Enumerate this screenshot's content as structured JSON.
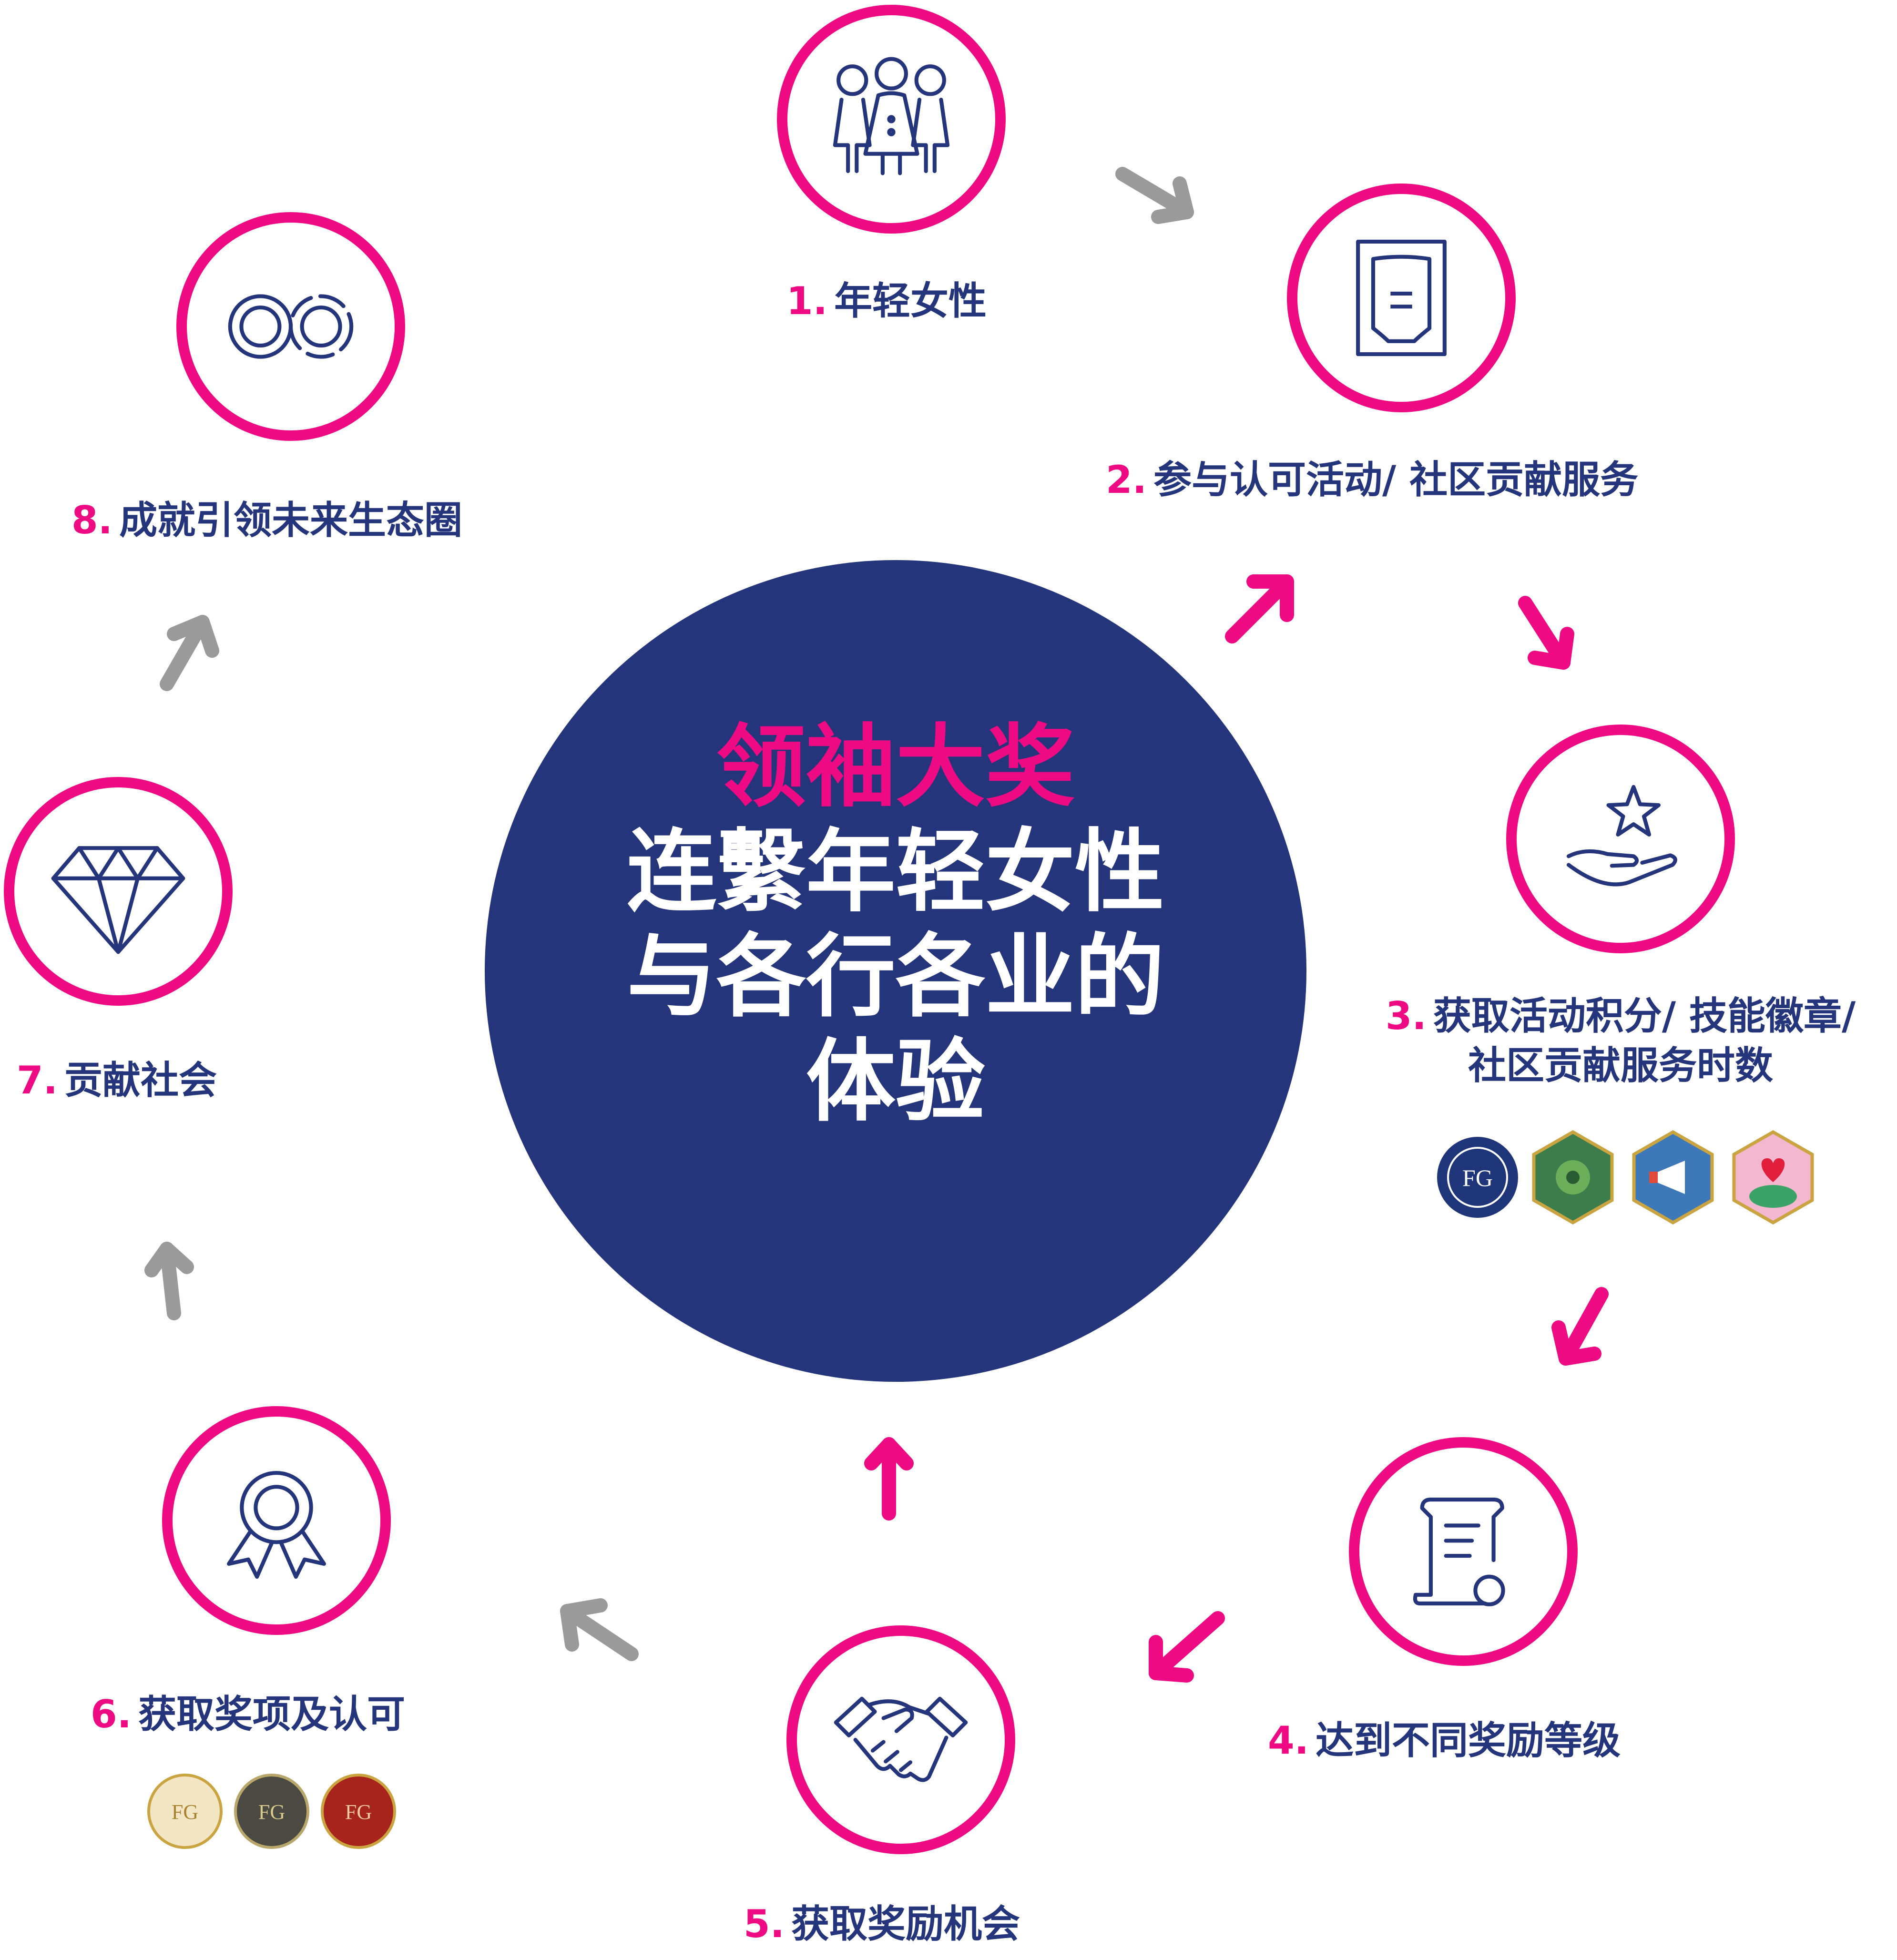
{
  "center": {
    "highlight": "领袖大奖",
    "lines": [
      "连繫年轻女性",
      "与各行各业的",
      "体验"
    ]
  },
  "steps": [
    {
      "num": "1.",
      "label": "年轻女性",
      "icon": "three-girls-icon"
    },
    {
      "num": "2.",
      "label": "参与认可活动/ 社区贡献服务",
      "icon": "certificate-frame-icon"
    },
    {
      "num": "3.",
      "label_line1": "获取活动积分/ 技能徽章/",
      "label_line2": "社区贡献服务时数",
      "icon": "hand-star-icon"
    },
    {
      "num": "4.",
      "label": "达到不同奖励等级",
      "icon": "scroll-document-icon"
    },
    {
      "num": "5.",
      "label": "获取奖励机会",
      "icon": "handshake-icon"
    },
    {
      "num": "6.",
      "label": "获取奖项及认可",
      "icon": "award-ribbon-icon"
    },
    {
      "num": "7.",
      "label": "贡献社会",
      "icon": "diamond-icon"
    },
    {
      "num": "8.",
      "label": "成就引领未来生态圈",
      "icon": "infinity-icon"
    }
  ],
  "colors": {
    "navy": "#24357c",
    "pink": "#ee0a82",
    "gray": "#9a9a9a"
  }
}
